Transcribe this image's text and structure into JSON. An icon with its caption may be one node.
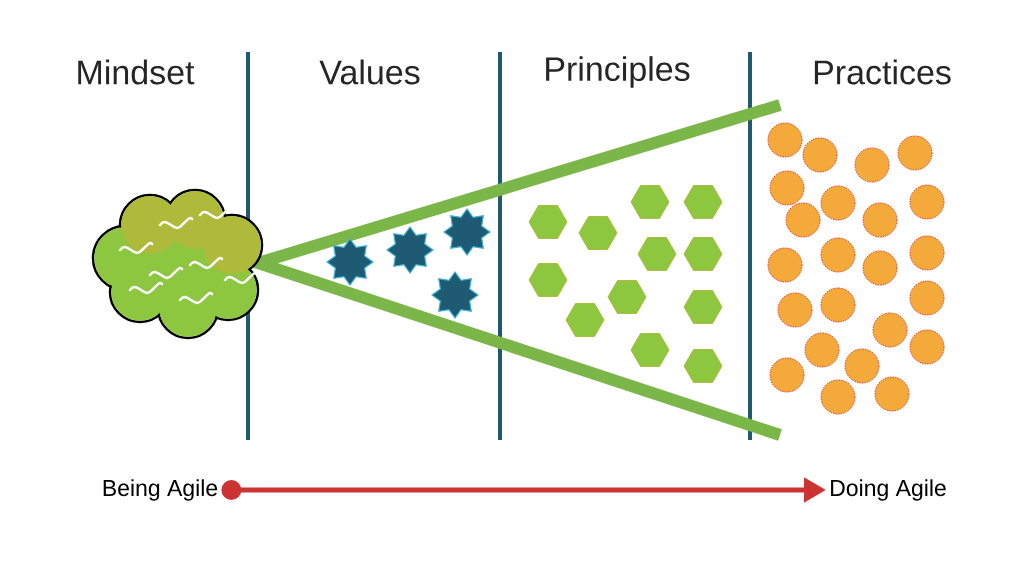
{
  "diagram": {
    "nodes": [
      {
        "text": [
          "Being Agile"
        ]
      },
      {
        "text": [
          "Doing Agile"
        ]
      }
    ],
    "edges": [
      {
        "from": 0,
        "to": 1,
        "arrow": "to"
      }
    ],
    "labels": [
      "Mindset",
      "Values",
      "Principles",
      "Practices"
    ]
  }
}
